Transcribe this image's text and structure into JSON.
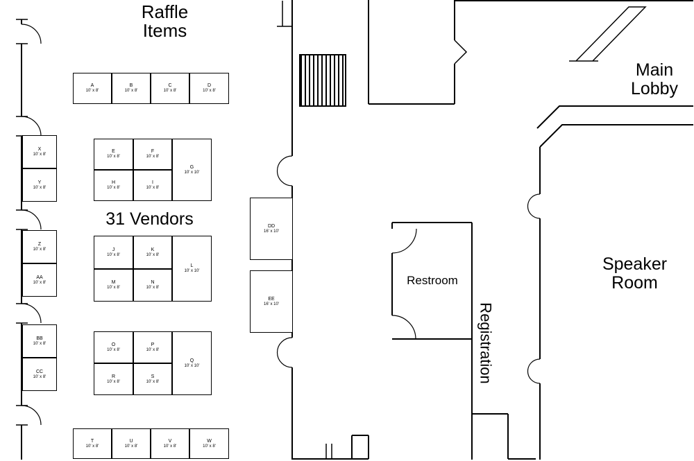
{
  "labels": {
    "raffle_line1": "Raffle",
    "raffle_line2": "Items",
    "vendors": "31 Vendors",
    "restroom": "Restroom",
    "registration": "Registration",
    "lobby_line1": "Main",
    "lobby_line2": "Lobby",
    "speaker_line1": "Speaker",
    "speaker_line2": "Room"
  },
  "booths": {
    "A": {
      "name": "A",
      "size": "10' x 8'"
    },
    "B": {
      "name": "B",
      "size": "10' x 8'"
    },
    "C": {
      "name": "C",
      "size": "10' x 8'"
    },
    "D": {
      "name": "D",
      "size": "10' x 8'"
    },
    "X": {
      "name": "X",
      "size": "10' x 8'"
    },
    "Y": {
      "name": "Y",
      "size": "10' x 8'"
    },
    "Z": {
      "name": "Z",
      "size": "10' x 8'"
    },
    "AA": {
      "name": "AA",
      "size": "10' x 8'"
    },
    "BB": {
      "name": "BB",
      "size": "10' x 8'"
    },
    "CC": {
      "name": "CC",
      "size": "10' x 8'"
    },
    "E": {
      "name": "E",
      "size": "10' x 8'"
    },
    "F": {
      "name": "F",
      "size": "10' x 8'"
    },
    "G": {
      "name": "G",
      "size": "10' x 10'"
    },
    "H": {
      "name": "H",
      "size": "10' x 8'"
    },
    "I": {
      "name": "I",
      "size": "10' x 8'"
    },
    "J": {
      "name": "J",
      "size": "10' x 8'"
    },
    "K": {
      "name": "K",
      "size": "10' x 8'"
    },
    "L": {
      "name": "L",
      "size": "10' x 10'"
    },
    "M": {
      "name": "M",
      "size": "10' x 8'"
    },
    "N": {
      "name": "N",
      "size": "10' x 8'"
    },
    "O": {
      "name": "O",
      "size": "10' x 8'"
    },
    "P": {
      "name": "P",
      "size": "10' x 8'"
    },
    "Q": {
      "name": "Q",
      "size": "10' x 10'"
    },
    "R": {
      "name": "R",
      "size": "10' x 8'"
    },
    "S": {
      "name": "S",
      "size": "10' x 8'"
    },
    "T": {
      "name": "T",
      "size": "10' x 8'"
    },
    "U": {
      "name": "U",
      "size": "10' x 8'"
    },
    "V": {
      "name": "V",
      "size": "10' x 8'"
    },
    "W": {
      "name": "W",
      "size": "10' x 8'"
    },
    "DD": {
      "name": "DD",
      "size": "16' x 10'"
    },
    "EE": {
      "name": "EE",
      "size": "16' x 10'"
    }
  }
}
